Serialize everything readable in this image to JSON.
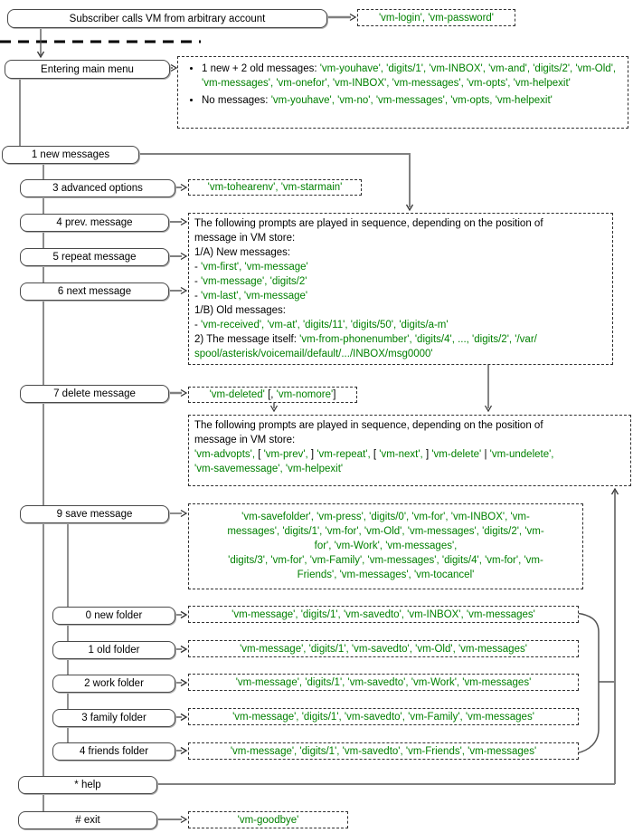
{
  "palette": {
    "prompt_green": "#008000",
    "node_border": "#4a4a4a"
  },
  "diagram": {
    "nodes": {
      "subscriber": "Subscriber calls VM from arbitrary account",
      "entering": "Entering main menu",
      "one_new": "1 new messages",
      "advanced": "3 advanced options",
      "prev": "4 prev. message",
      "repeat": "5 repeat message",
      "next": "6 next message",
      "delete": "7 delete message",
      "save": "9 save message",
      "folder0": "0 new folder",
      "folder1": "1 old folder",
      "folder2": "2 work folder",
      "folder3": "3 family folder",
      "folder4": "4 friends folder",
      "help": "* help",
      "exit": "# exit"
    },
    "prompts": {
      "login": "'vm-login', 'vm-password'",
      "main_menu": {
        "bullets": [
          [
            {
              "t": "1 new + 2 old messages: ",
              "c": "k"
            },
            {
              "t": "'vm-youhave', 'digits/1', 'vm-INBOX', 'vm-and', 'digits/2', 'vm-Old', 'vm-messages', 'vm-onefor', 'vm-INBOX', 'vm-messages', 'vm-opts', 'vm-helpexit'",
              "c": "g"
            }
          ],
          [
            {
              "t": "No messages: ",
              "c": "k"
            },
            {
              "t": "'vm-youhave', 'vm-no', 'vm-messages', 'vm-opts, 'vm-helpexit'",
              "c": "g"
            }
          ]
        ]
      },
      "tohearenv": "'vm-tohearenv', 'vm-starmain'",
      "playback": {
        "lines": [
          [
            {
              "t": "The following prompts are played in sequence, depending on the position of",
              "c": "k"
            }
          ],
          [
            {
              "t": "message in VM store:",
              "c": "k"
            }
          ],
          [
            {
              "t": "1/A) New messages:",
              "c": "k"
            }
          ],
          [
            {
              "t": " - ",
              "c": "k"
            },
            {
              "t": "'vm-first', 'vm-message'",
              "c": "g"
            }
          ],
          [
            {
              "t": " - ",
              "c": "k"
            },
            {
              "t": "'vm-message', 'digits/2'",
              "c": "g"
            }
          ],
          [
            {
              "t": " - ",
              "c": "k"
            },
            {
              "t": "'vm-last', 'vm-message'",
              "c": "g"
            }
          ],
          [
            {
              "t": "1/B) Old messages:",
              "c": "k"
            }
          ],
          [
            {
              "t": " - ",
              "c": "k"
            },
            {
              "t": "'vm-received', 'vm-at', 'digits/11', 'digits/50', 'digits/a-m'",
              "c": "g"
            }
          ],
          [
            {
              "t": "2) The message itself: ",
              "c": "k"
            },
            {
              "t": "'vm-from-phonenumber', 'digits/4', ..., 'digits/2', '/var/",
              "c": "g"
            }
          ],
          [
            {
              "t": "spool/asterisk/voicemail/default/.../INBOX/msg0000'",
              "c": "g"
            }
          ]
        ]
      },
      "deleted": {
        "segments": [
          {
            "t": "'vm-deleted' ",
            "c": "g"
          },
          {
            "t": "[, ",
            "c": "k"
          },
          {
            "t": "'vm-nomore'",
            "c": "g"
          },
          {
            "t": "]",
            "c": "k"
          }
        ]
      },
      "advanced_menu": {
        "lines": [
          [
            {
              "t": "The following prompts are played in sequence, depending on the position of",
              "c": "k"
            }
          ],
          [
            {
              "t": "message in VM store:",
              "c": "k"
            }
          ],
          [
            {
              "t": "'vm-advopts', ",
              "c": "g"
            },
            {
              "t": "[ ",
              "c": "k"
            },
            {
              "t": "'vm-prev', ",
              "c": "g"
            },
            {
              "t": "] ",
              "c": "k"
            },
            {
              "t": "'vm-repeat', ",
              "c": "g"
            },
            {
              "t": "[ ",
              "c": "k"
            },
            {
              "t": "'vm-next', ",
              "c": "g"
            },
            {
              "t": "] ",
              "c": "k"
            },
            {
              "t": "'vm-delete' ",
              "c": "g"
            },
            {
              "t": "| ",
              "c": "k"
            },
            {
              "t": "'vm-undelete',",
              "c": "g"
            }
          ],
          [
            {
              "t": "'vm-savemessage', 'vm-helpexit'",
              "c": "g"
            }
          ]
        ]
      },
      "save_folder": {
        "lines": [
          "'vm-savefolder', 'vm-press', 'digits/0', 'vm-for', 'vm-INBOX', 'vm-",
          "messages', 'digits/1', 'vm-for', 'vm-Old', 'vm-messages', 'digits/2', 'vm-",
          "for', 'vm-Work', 'vm-messages',",
          "'digits/3', 'vm-for', 'vm-Family', 'vm-messages', 'digits/4', 'vm-for', 'vm-",
          "Friends', 'vm-messages', 'vm-tocancel'"
        ]
      },
      "saved_results": [
        "'vm-message', 'digits/1', 'vm-savedto', 'vm-INBOX', 'vm-messages'",
        "'vm-message', 'digits/1', 'vm-savedto', 'vm-Old', 'vm-messages'",
        "'vm-message', 'digits/1', 'vm-savedto', 'vm-Work', 'vm-messages'",
        "'vm-message', 'digits/1', 'vm-savedto', 'vm-Family', 'vm-messages'",
        "'vm-message', 'digits/1', 'vm-savedto', 'vm-Friends', 'vm-messages'"
      ],
      "goodbye": "'vm-goodbye'"
    }
  }
}
